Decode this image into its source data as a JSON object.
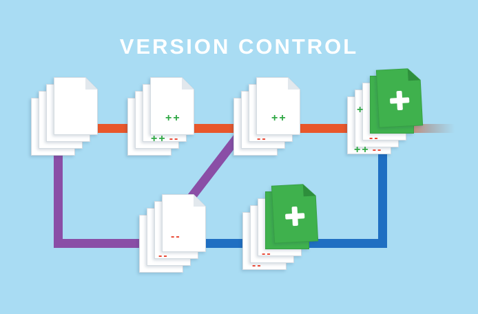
{
  "title": "VERSION CONTROL",
  "colors": {
    "background": "#a9dcf3",
    "main_branch": "#e8572b",
    "branch_purple": "#8a4ea6",
    "branch_blue": "#1f6fc2",
    "document_green": "#3fb14d",
    "document_white": "#ffffff",
    "plus_mark": "#2fa844",
    "minus_mark": "#e8402c"
  },
  "stacks": [
    {
      "name": "initial-commit",
      "pages": 4,
      "green_pages": 0,
      "rows": []
    },
    {
      "name": "commit-2",
      "pages": 4,
      "green_pages": 0,
      "rows": [
        {
          "plus": "++",
          "minus": ""
        },
        {
          "plus": "++",
          "minus": "--"
        }
      ]
    },
    {
      "name": "commit-3",
      "pages": 4,
      "green_pages": 0,
      "rows": [
        {
          "plus": "++",
          "minus": ""
        },
        {
          "plus": "",
          "minus": "--"
        }
      ]
    },
    {
      "name": "main-head",
      "pages": 5,
      "green_pages": 2,
      "rows": [
        {
          "plus": "+",
          "minus": ""
        },
        {
          "plus": "",
          "minus": "--"
        },
        {
          "plus": "++",
          "minus": "--"
        }
      ]
    },
    {
      "name": "branch-commit",
      "pages": 4,
      "green_pages": 0,
      "rows": [
        {
          "plus": "",
          "minus": "--"
        },
        {
          "plus": "",
          "minus": "--"
        }
      ]
    },
    {
      "name": "branch-head",
      "pages": 5,
      "green_pages": 2,
      "rows": [
        {
          "plus": "",
          "minus": "--"
        },
        {
          "plus": "",
          "minus": "--"
        }
      ]
    }
  ]
}
